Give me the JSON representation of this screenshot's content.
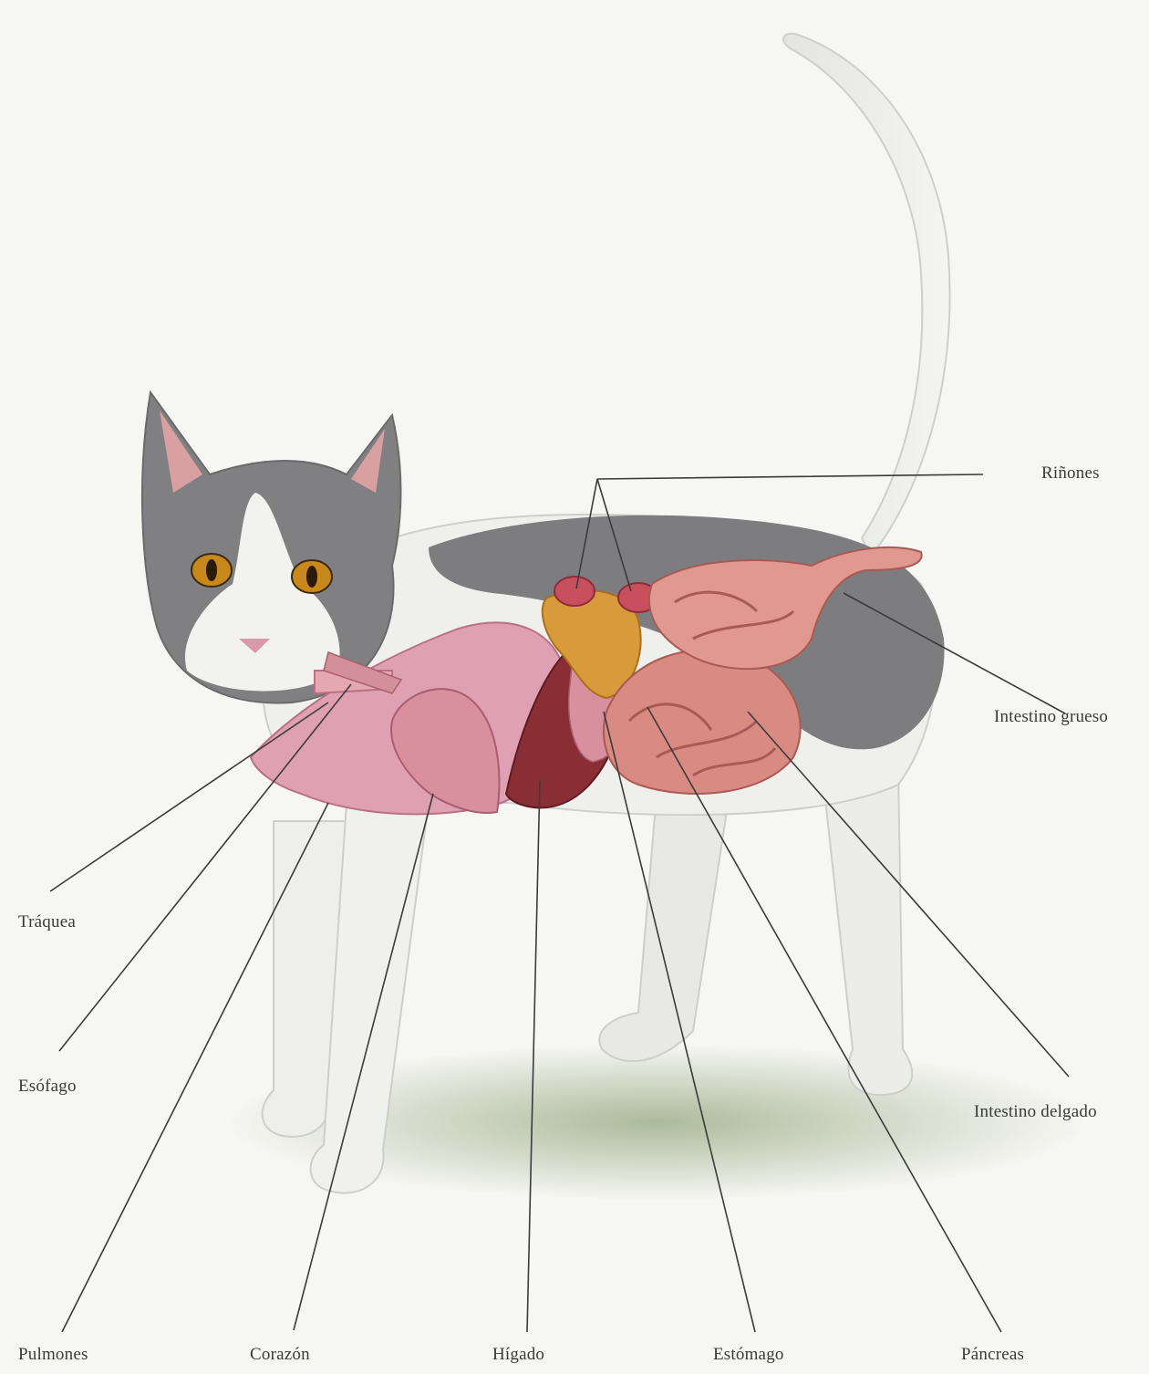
{
  "labels": {
    "rinones": "Riñones",
    "intestino_grueso": "Intestino grueso",
    "traquea": "Tráquea",
    "esofago": "Esófago",
    "intestino_delgado": "Intestino delgado",
    "pulmones": "Pulmones",
    "corazon": "Corazón",
    "higado": "Hígado",
    "estomago": "Estómago",
    "pancreas": "Páncreas"
  },
  "colors": {
    "background": "#f6f6f2",
    "fur_white": "#eeeeea",
    "fur_grey": "#7d7d7f",
    "organs_pink": "#e0a0b4",
    "intestine": "#d98a82",
    "liver": "#8a2e36",
    "kidney": "#c8505e",
    "pancreas": "#d89a3a",
    "eyes": "#c9881c",
    "shadow": "#8aa070",
    "leader_line": "#3b3b3b"
  }
}
